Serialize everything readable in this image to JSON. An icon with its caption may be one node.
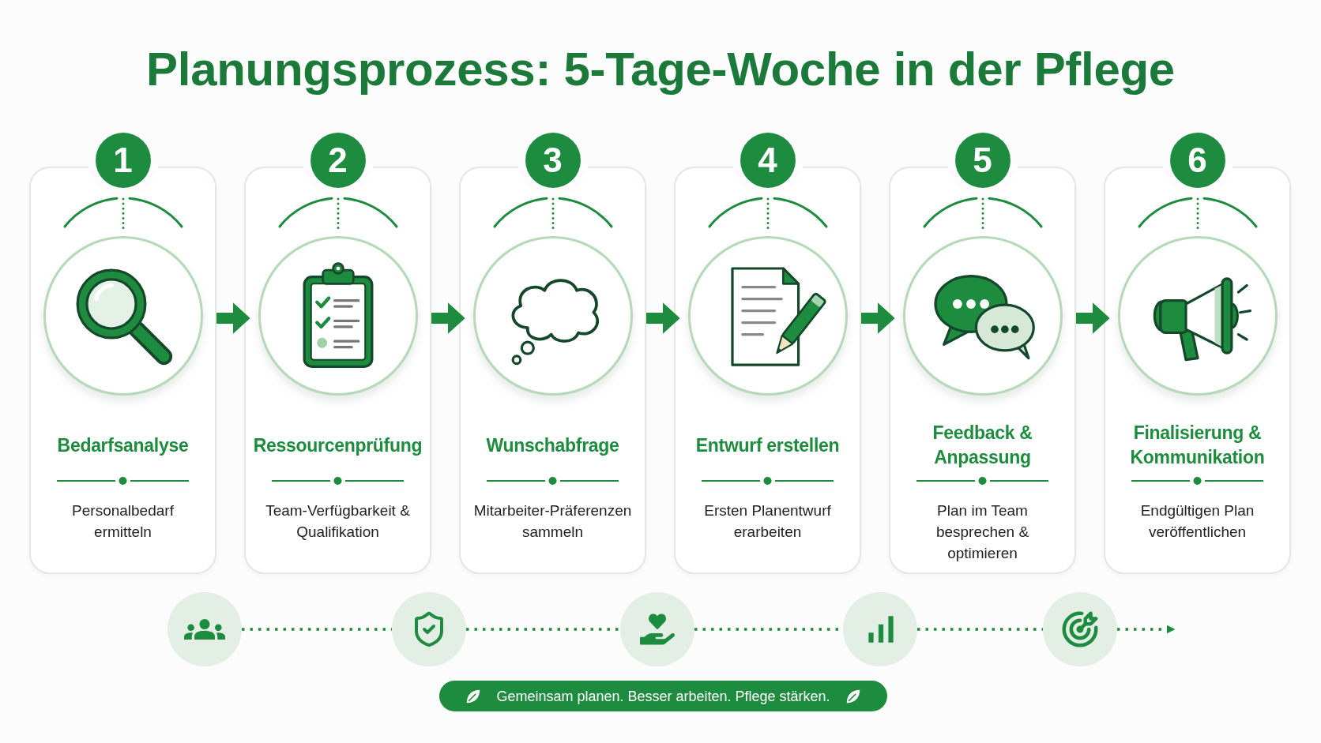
{
  "diagram": {
    "title": "Planungsprozess: 5-Tage-Woche in der Pflege",
    "nodes": [
      {
        "text": [
          "1",
          "Bedarfsanalyse",
          "Personalbedarf ermitteln"
        ]
      },
      {
        "text": [
          "2",
          "Ressourcenprüfung",
          "Team-Verfügbarkeit & Qualifikation"
        ]
      },
      {
        "text": [
          "3",
          "Wunschabfrage",
          "Mitarbeiter-Präferenzen sammeln"
        ]
      },
      {
        "text": [
          "4",
          "Entwurf erstellen",
          "Ersten Planentwurf erarbeiten"
        ]
      },
      {
        "text": [
          "5",
          "Feedback & Anpassung",
          "Plan im Team besprechen & optimieren"
        ]
      },
      {
        "text": [
          "6",
          "Finalisierung & Kommunikation",
          "Endgültigen Plan veröffentlichen"
        ]
      },
      {
        "text": [],
        "shape": "circle"
      },
      {
        "text": [],
        "shape": "circle"
      },
      {
        "text": [],
        "shape": "circle"
      },
      {
        "text": [],
        "shape": "circle"
      },
      {
        "text": [],
        "shape": "circle"
      },
      {
        "text": [
          "Gemeinsam planen. Besser arbeiten. Pflege stärken."
        ]
      }
    ],
    "edges": [
      {
        "from": 0,
        "to": 1,
        "arrow": "to",
        "style": "thick"
      },
      {
        "from": 1,
        "to": 2,
        "arrow": "to",
        "style": "thick"
      },
      {
        "from": 2,
        "to": 3,
        "arrow": "to",
        "style": "thick"
      },
      {
        "from": 3,
        "to": 4,
        "arrow": "to",
        "style": "thick"
      },
      {
        "from": 4,
        "to": 5,
        "arrow": "to",
        "style": "thick"
      },
      {
        "from": 6,
        "to": 7,
        "arrow": "none",
        "style": "dashed"
      },
      {
        "from": 7,
        "to": 8,
        "arrow": "none",
        "style": "dashed"
      },
      {
        "from": 8,
        "to": 9,
        "arrow": "none",
        "style": "dashed"
      },
      {
        "from": 9,
        "to": 10,
        "arrow": "none",
        "style": "dashed"
      },
      {
        "from": 10,
        "to": null,
        "arrow": "to",
        "style": "dashed"
      }
    ]
  }
}
